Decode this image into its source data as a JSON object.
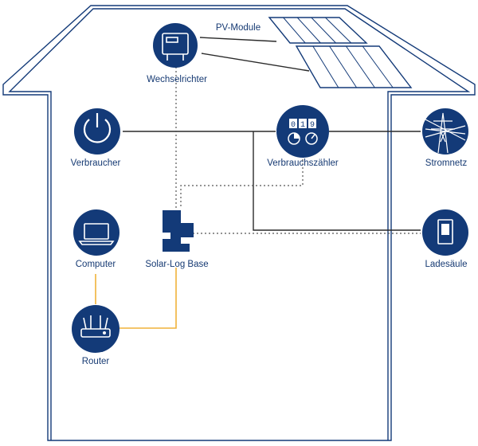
{
  "colors": {
    "navy": "#133a78",
    "line": "#2a2a2a",
    "dotted": "#555555",
    "orange": "#f0b23a",
    "white": "#ffffff"
  },
  "labels": {
    "inverter": "Wechselrichter",
    "pv_modules": "PV-Module",
    "consumer": "Verbraucher",
    "meter": "Verbrauchszähler",
    "grid": "Stromnetz",
    "computer": "Computer",
    "solarlog": "Solar-Log Base",
    "charging": "Ladesäule",
    "router": "Router"
  },
  "meter_digits": [
    "0",
    "1",
    "9"
  ],
  "icons": {
    "inverter": "inverter-icon",
    "pv": "solar-panel-icon",
    "consumer": "power-icon",
    "meter": "meter-icon",
    "grid": "power-pylon-icon",
    "computer": "laptop-icon",
    "solarlog": "solarlog-device-icon",
    "charging": "charging-station-icon",
    "router": "router-icon"
  }
}
